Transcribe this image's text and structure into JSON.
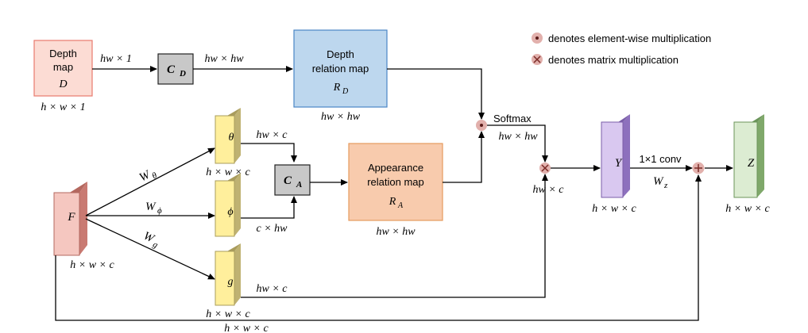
{
  "legend": {
    "elementwise": "denotes element-wise multiplication",
    "matrix": "denotes matrix multiplication"
  },
  "depth_map": {
    "line1": "Depth",
    "line2": "map",
    "symbol": "D",
    "dims": "h × w × 1"
  },
  "depth_edge_dims": "hw × 1",
  "cd_block": {
    "letter": "C",
    "sub": "D"
  },
  "cd_edge_dims": "hw × hw",
  "depth_relation": {
    "line1": "Depth",
    "line2": "relation map",
    "symbol": "R",
    "sub": "D",
    "dims": "hw × hw"
  },
  "softmax": {
    "label": "Softmax",
    "dims": "hw × hw"
  },
  "theta": {
    "symbol": "θ",
    "dims": "h × w × c",
    "out_dims": "hw × c"
  },
  "phi": {
    "symbol": "ϕ",
    "out_dims": "c × hw"
  },
  "g": {
    "symbol": "g",
    "dims": "h × w × c",
    "out_dims": "hw × c"
  },
  "weights": {
    "w_theta": "θ",
    "w_phi": "ϕ",
    "w_g": "g",
    "letter": "W"
  },
  "ca_block": {
    "letter": "C",
    "sub": "A"
  },
  "appearance_relation": {
    "line1": "Appearance",
    "line2": "relation map",
    "symbol": "R",
    "sub": "A",
    "dims": "hw × hw"
  },
  "input_f": {
    "symbol": "F",
    "dims": "h × w × c"
  },
  "matmul_dims": "hw × c",
  "output_y": {
    "symbol": "Y",
    "dims": "h × w × c"
  },
  "conv": {
    "label": "1×1 conv",
    "weight_letter": "W",
    "weight_sub": "z"
  },
  "output_z": {
    "symbol": "Z",
    "dims": "h × w × c"
  },
  "skip_dims": "h × w × c",
  "colors": {
    "depth_map": "#fcdcd4",
    "depth_map_stroke": "#e87a6e",
    "depth_relation": "#bdd7ee",
    "depth_relation_stroke": "#4a86c6",
    "appearance": "#f8cbad",
    "appearance_stroke": "#e59b5e",
    "gray_block": "#c8c8c8",
    "yellow": "#ffef9c",
    "yellow_side": "#bfb272",
    "f_front": "#f5c7c0",
    "f_side": "#c97a72",
    "y_front": "#d9c8f0",
    "y_side": "#8d70bd",
    "z_front": "#dcecd2",
    "z_side": "#7fa86a",
    "op": "#e2b0ac"
  }
}
